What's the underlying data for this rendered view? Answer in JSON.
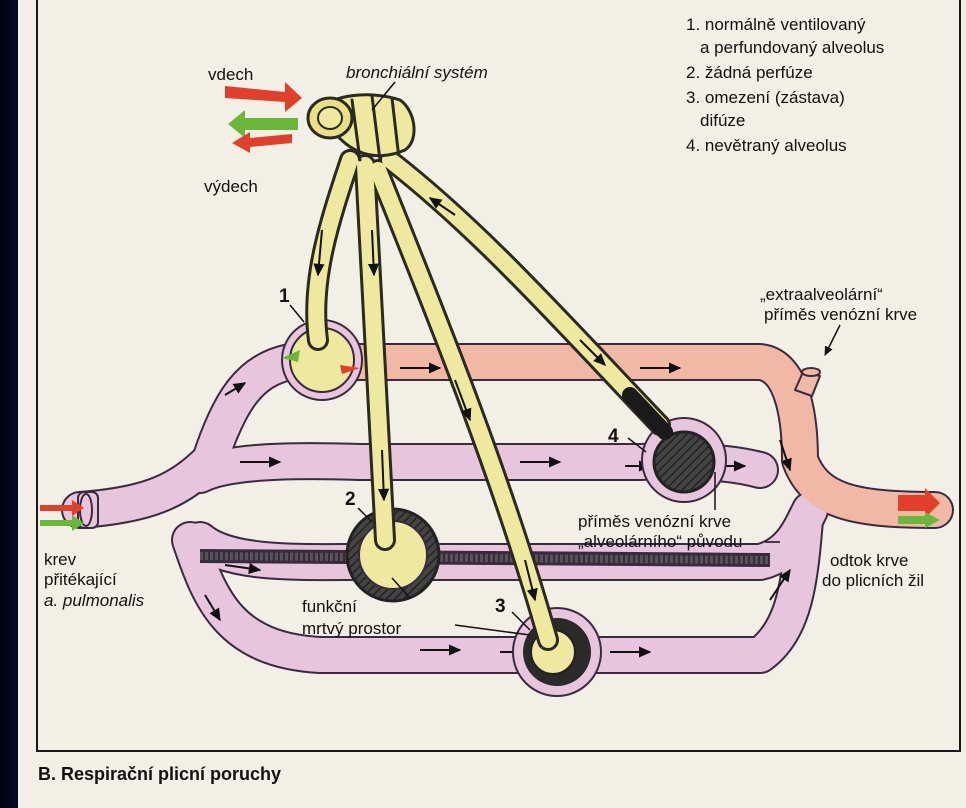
{
  "legend": {
    "item1_line1": "1. normálně ventilovaný",
    "item1_line2": "a perfundovaný alveolus",
    "item2": "2. žádná perfúze",
    "item3_line1": "3. omezení (zástava)",
    "item3_line2": "difúze",
    "item4": "4. nevětraný alveolus"
  },
  "labels": {
    "inhale": "vdech",
    "exhale": "výdech",
    "bronchial_system": "bronchiální systém",
    "num1": "1",
    "num2": "2",
    "num3": "3",
    "num4": "4",
    "extra_line1": "„extraalveolární“",
    "extra_line2": "příměs venózní krve",
    "inflow_line1": "krev",
    "inflow_line2": "přitékající",
    "inflow_line3": "a. pulmonalis",
    "venous_admix_line1": "příměs venózní krve",
    "venous_admix_line2": "„alveolárního“ původu",
    "outflow_line1": "odtok krve",
    "outflow_line2": "do plicních žil",
    "dead_space_line1": "funkční",
    "dead_space_line2": "mrtvý prostor"
  },
  "caption": "B. Respirační plicní poruchy",
  "colors": {
    "vessel_venous": "#e7c5dd",
    "vessel_arterial": "#f0b0a0",
    "airway": "#efe9a0",
    "alveolus_blocked": "#333333",
    "arrow_red": "#e0402a",
    "arrow_green": "#6ab83a"
  }
}
